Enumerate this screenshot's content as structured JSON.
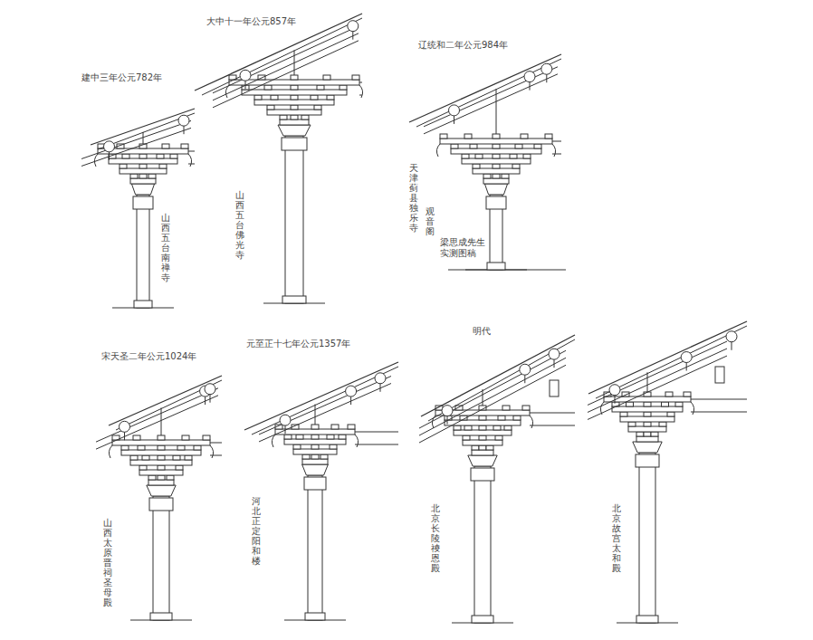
{
  "diagram": {
    "labels": [
      "建中三年公元782年",
      "山西五台南禅寺",
      "大中十一年公元857年",
      "山西五台佛光寺",
      "辽统和二年公元984年",
      "天津蓟县独乐寺",
      "观音阁",
      "梁思成先生 实测图稿",
      "宋天圣二年公元1024年",
      "山西太原晋祠圣母殿",
      "元至正十七年公元1357年",
      "河北正定阳和楼",
      "明代",
      "北京长陵祾恩殿",
      "北京故宫太和殿"
    ]
  }
}
